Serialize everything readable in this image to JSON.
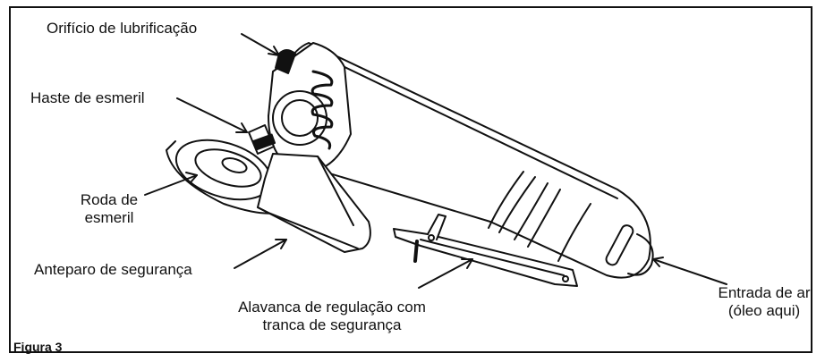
{
  "labels": {
    "lubrication_hole": "Orifício de lubrificação",
    "grinding_shaft": "Haste de esmeril",
    "grinding_wheel": [
      "Roda de",
      "esmeril"
    ],
    "safety_guard": "Anteparo de segurança",
    "throttle_lever": [
      "Alavanca de regulação com",
      "tranca de segurança"
    ],
    "air_inlet": [
      "Entrada de ar",
      "(óleo aqui)"
    ]
  },
  "figure_caption": "Figura 3"
}
